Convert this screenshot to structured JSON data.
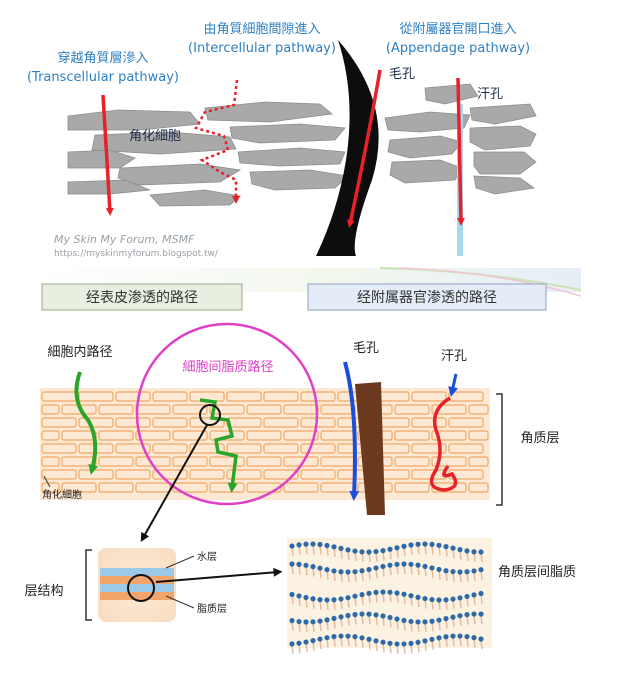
{
  "top": {
    "transcellular_cn": "穿越角質層滲入",
    "transcellular_en": "(Transcellular pathway)",
    "intercellular_cn": "由角質細胞間隙進入",
    "intercellular_en": "(Intercellular pathway)",
    "appendage_cn": "從附屬器官開口進入",
    "appendage_en": "(Appendage pathway)",
    "hair_pore": "毛孔",
    "sweat_pore": "汗孔",
    "corneocyte": "角化細胞",
    "watermark_1": "My Skin My Forum, MSMF",
    "watermark_2": "https://myskinmyforum.blogspot.tw/"
  },
  "bottom": {
    "section_left": "经表皮渗透的路径",
    "section_right": "经附属器官渗透的路径",
    "intracellular_path": "細胞内路径",
    "intercellular_lipid_path": "細胞间脂质路径",
    "hair_pore": "毛孔",
    "sweat_pore": "汗孔",
    "stratum_corneum": "角质层",
    "corneocyte": "角化細胞",
    "layer_structure": "层结构",
    "water_layer": "水层",
    "lipid_layer": "脂质层",
    "intercellular_lipid": "角质层间脂质"
  },
  "colors": {
    "red_arrow": "#e8202a",
    "green_arrow": "#2aa52a",
    "blue_arrow": "#1b4fd8",
    "magenta": "#e040c8",
    "label_blue": "#2f7fc1",
    "cell_gray": "#a9a9a9",
    "brick_orange": "#f6c79a",
    "hair_brown": "#6b3a1e"
  }
}
